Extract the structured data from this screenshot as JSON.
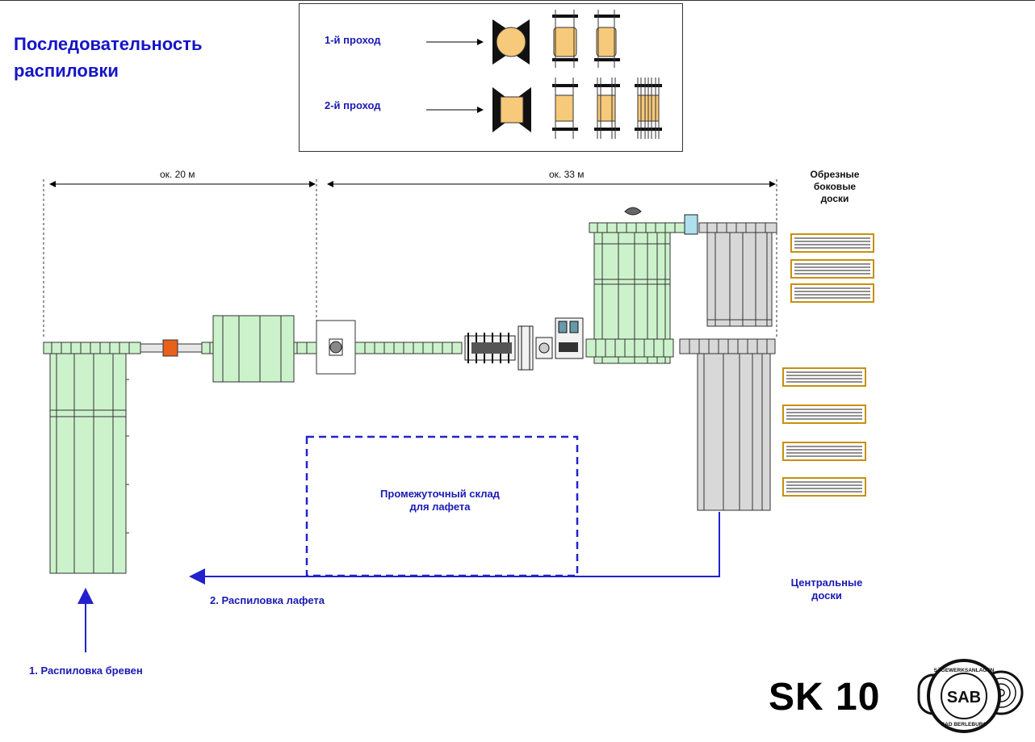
{
  "title_lines": [
    "Последовательность",
    "распиловки"
  ],
  "legend": {
    "pass1": "1-й проход",
    "pass2": "2-й проход"
  },
  "dimensions": {
    "d1": "ок. 20 м",
    "d2": "ок. 33 м"
  },
  "labels": {
    "edged_side_boards": [
      "Обрезные",
      "боковые",
      "доски"
    ],
    "central_boards": [
      "Центральные",
      "доски"
    ],
    "intermediate_storage": [
      "Промежуточный склад",
      "для лафета"
    ],
    "step1": "1. Распиловка бревен",
    "step2": "2. Распиловка лафета"
  },
  "brand": {
    "model": "SK 10",
    "logo_text": "SAB",
    "logo_ring_top": "SÄGEWERKSANLAGEN",
    "logo_ring_bottom": "BAD BERLEBURG"
  },
  "colors": {
    "blue_text": "#1a1ab4",
    "conveyor_green": "#ccf2cc",
    "grey_deck": "#d8d8d8",
    "board_orange": "#c8900c",
    "wood": "#f7c97a",
    "saw_orange": "#e8601a",
    "flow_blue": "#2222cc"
  }
}
